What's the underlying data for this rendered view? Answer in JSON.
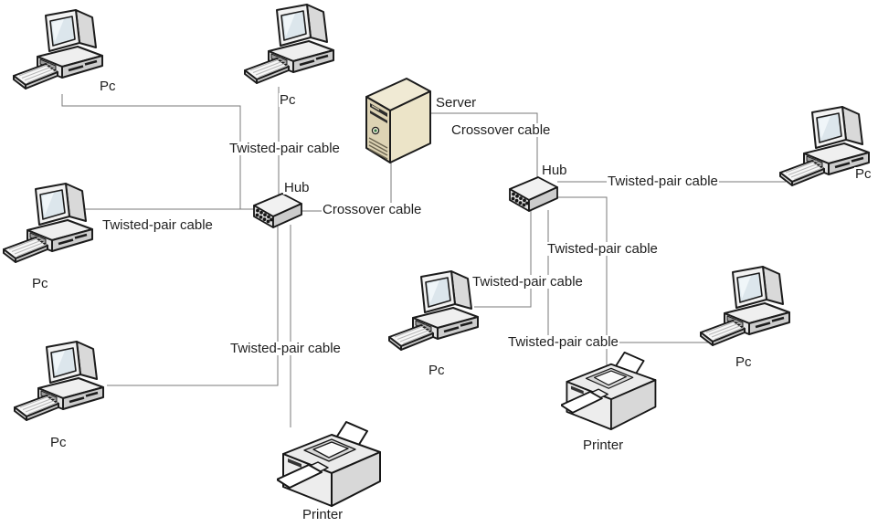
{
  "diagram": {
    "kind": "network-topology",
    "background_color": "#ffffff",
    "cable_color": "#7a7a7a",
    "text_color": "#1f1f1f",
    "server_body_color": "#ddd3b4",
    "nodes": {
      "pc_top_left": {
        "type": "pc",
        "label": "Pc"
      },
      "pc_top_mid": {
        "type": "pc",
        "label": "Pc"
      },
      "server": {
        "type": "server",
        "label": "Server"
      },
      "pc_right": {
        "type": "pc",
        "label": "Pc"
      },
      "hub_left": {
        "type": "hub",
        "label": "Hub"
      },
      "hub_right": {
        "type": "hub",
        "label": "Hub"
      },
      "pc_left_mid": {
        "type": "pc",
        "label": "Pc"
      },
      "pc_mid_bottom": {
        "type": "pc",
        "label": "Pc"
      },
      "pc_bottom_left": {
        "type": "pc",
        "label": "Pc"
      },
      "pc_bottom_right": {
        "type": "pc",
        "label": "Pc"
      },
      "printer_left": {
        "type": "printer",
        "label": "Printer"
      },
      "printer_right": {
        "type": "printer",
        "label": "Printer"
      }
    },
    "edges": {
      "pc_top_left__hub_left": {
        "from": "pc_top_left",
        "to": "hub_left"
      },
      "pc_top_mid__hub_left": {
        "from": "pc_top_mid",
        "to": "hub_left",
        "label": "Twisted-pair cable"
      },
      "pc_left_mid__hub_left": {
        "from": "pc_left_mid",
        "to": "hub_left",
        "label": "Twisted-pair cable"
      },
      "hub_left__server": {
        "from": "hub_left",
        "to": "server",
        "label": "Crossover cable"
      },
      "server__hub_right": {
        "from": "server",
        "to": "hub_right",
        "label": "Crossover cable"
      },
      "hub_right__pc_right": {
        "from": "hub_right",
        "to": "pc_right",
        "label": "Twisted-pair cable"
      },
      "hub_right__printer_right": {
        "from": "hub_right",
        "to": "printer_right",
        "label": "Twisted-pair cable"
      },
      "hub_right__pc_mid_bottom": {
        "from": "hub_right",
        "to": "pc_mid_bottom",
        "label": "Twisted-pair cable"
      },
      "hub_right__pc_bottom_right": {
        "from": "hub_right",
        "to": "pc_bottom_right",
        "label": "Twisted-pair cable"
      },
      "hub_left__pc_bottom_left": {
        "from": "hub_left",
        "to": "pc_bottom_left"
      },
      "hub_left__printer_left": {
        "from": "hub_left",
        "to": "printer_left",
        "label": "Twisted-pair cable"
      }
    }
  }
}
